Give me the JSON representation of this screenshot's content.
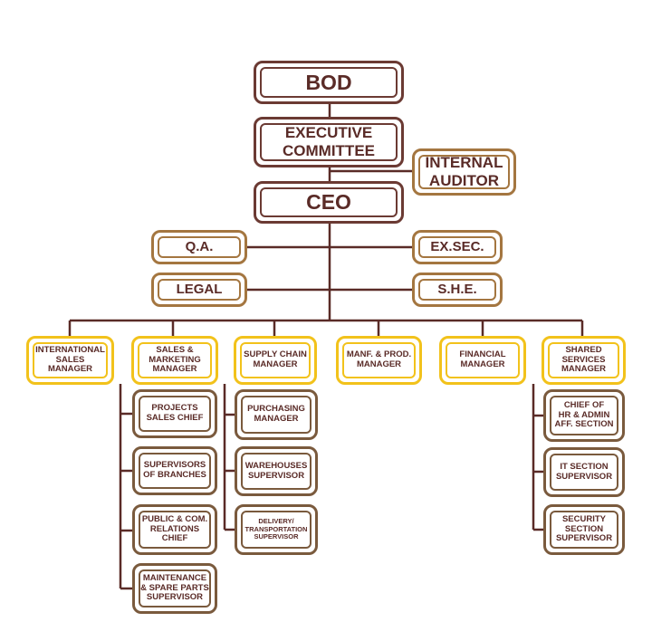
{
  "colors": {
    "line": "#5a2b27",
    "top_box": "#6b3a33",
    "side_box": "#a47640",
    "manager_box": "#f2c21b",
    "sub_box": "#7a5a3d",
    "text": "#5a2b27"
  },
  "top": {
    "bod": "BOD",
    "exec_committee": "EXECUTIVE\nCOMMITTEE",
    "internal_auditor": "INTERNAL\nAUDITOR",
    "ceo": "CEO"
  },
  "staff": {
    "qa": "Q.A.",
    "ex_sec": "EX.SEC.",
    "legal": "LEGAL",
    "she": "S.H.E."
  },
  "managers": {
    "international_sales": "INTERNATIONAL\nSALES\nMANAGER",
    "sales_marketing": "SALES  &\nMARKETING\nMANAGER",
    "supply_chain": "SUPPLY CHAIN\nMANAGER",
    "manf_prod": "MANF. & PROD.\nMANAGER",
    "financial": "FINANCIAL\nMANAGER",
    "shared_services": "SHARED\nSERVICES\nMANAGER"
  },
  "sales_subs": [
    "PROJECTS\nSALES CHIEF",
    "SUPERVISORS\nOF BRANCHES",
    "PUBLIC & COM.\nRELATIONS\nCHIEF",
    "MAINTENANCE\n& SPARE PARTS\nSUPERVISOR"
  ],
  "supply_subs": [
    "PURCHASING\nMANAGER",
    "WAREHOUSES\nSUPERVISOR",
    "DELIVERY/\nTRANSPORTATION\nSUPERVISOR"
  ],
  "shared_subs": [
    "CHIEF OF\nHR & ADMIN\nAFF. SECTION",
    "IT SECTION\nSUPERVISOR",
    "SECURITY\nSECTION\nSUPERVISOR"
  ]
}
